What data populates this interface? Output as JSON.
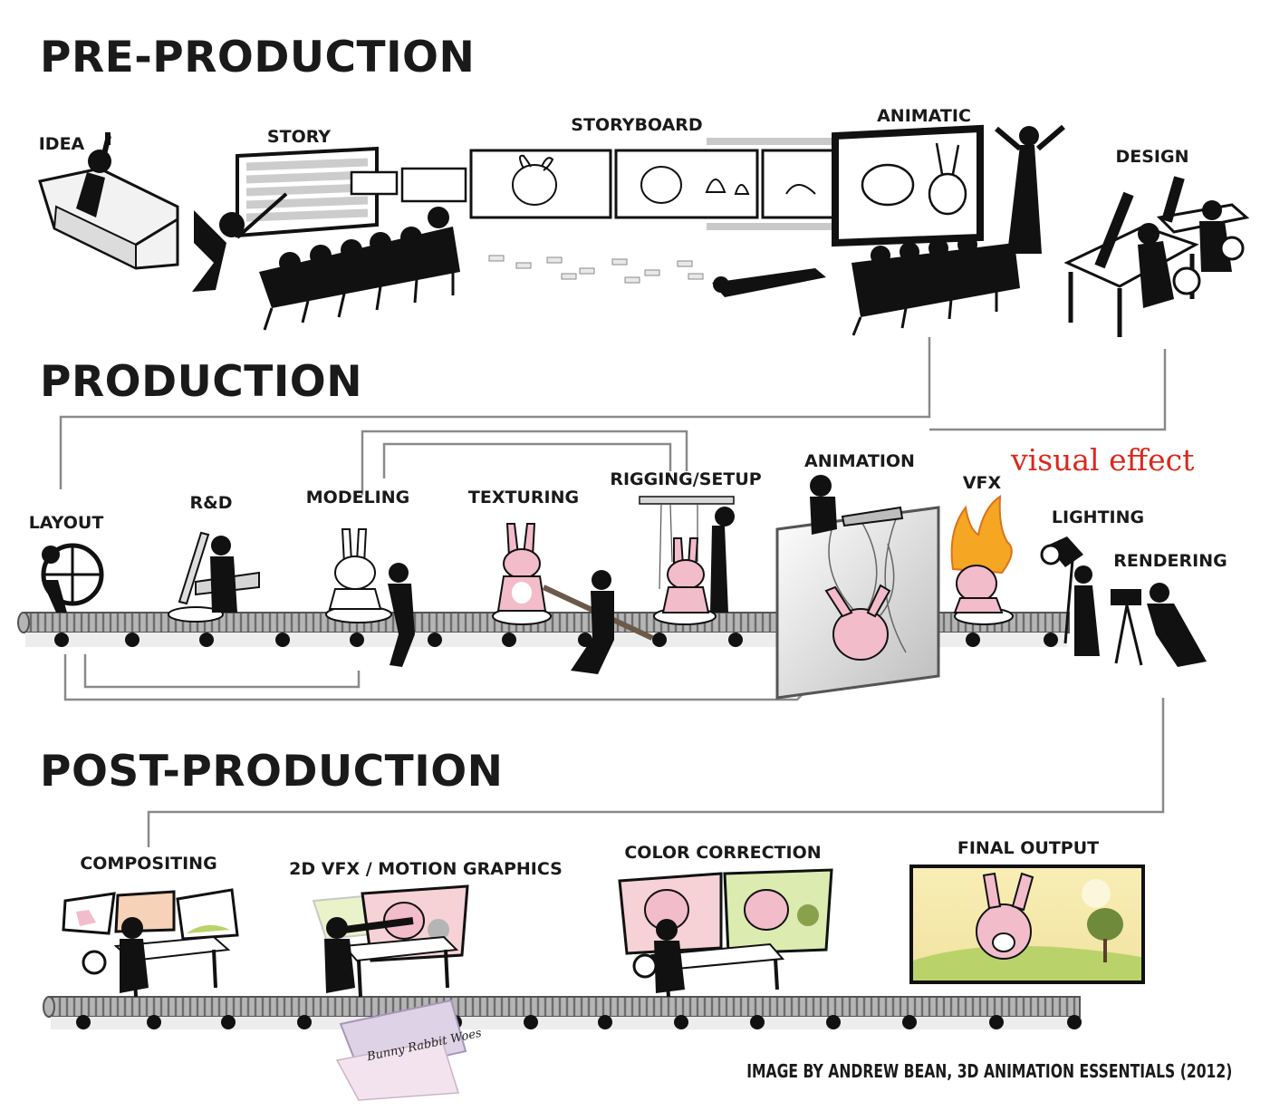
{
  "sections": {
    "pre_production": "PRE-PRODUCTION",
    "production": "PRODUCTION",
    "post_production": "POST-PRODUCTION"
  },
  "stages": {
    "idea": "IDEA",
    "story": "STORY",
    "storyboard": "STORYBOARD",
    "animatic": "ANIMATIC",
    "design": "DESIGN",
    "layout": "LAYOUT",
    "rnd": "R&D",
    "modeling": "MODELING",
    "texturing": "TEXTURING",
    "rigging": "RIGGING/SETUP",
    "animation": "ANIMATION",
    "vfx": "VFX",
    "lighting": "LIGHTING",
    "rendering": "RENDERING",
    "compositing": "COMPOSITING",
    "motion_graphics": "2D VFX / MOTION GRAPHICS",
    "color_correction": "COLOR CORRECTION",
    "final_output": "FINAL OUTPUT"
  },
  "annotation": {
    "text": "visual effect",
    "color": "#d9291c"
  },
  "clapper_text": "Bunny Rabbit Woes",
  "credit": "IMAGE BY ANDREW BEAN, 3D ANIMATION ESSENTIALS (2012)",
  "colors": {
    "ink": "#111111",
    "connector": "#8a8a8a",
    "belt": "#9a9a9a",
    "rabbit_pink": "#f2bccb",
    "flame": "#f5a623",
    "sky": "#f7e7a8",
    "grass": "#b9d36a"
  }
}
